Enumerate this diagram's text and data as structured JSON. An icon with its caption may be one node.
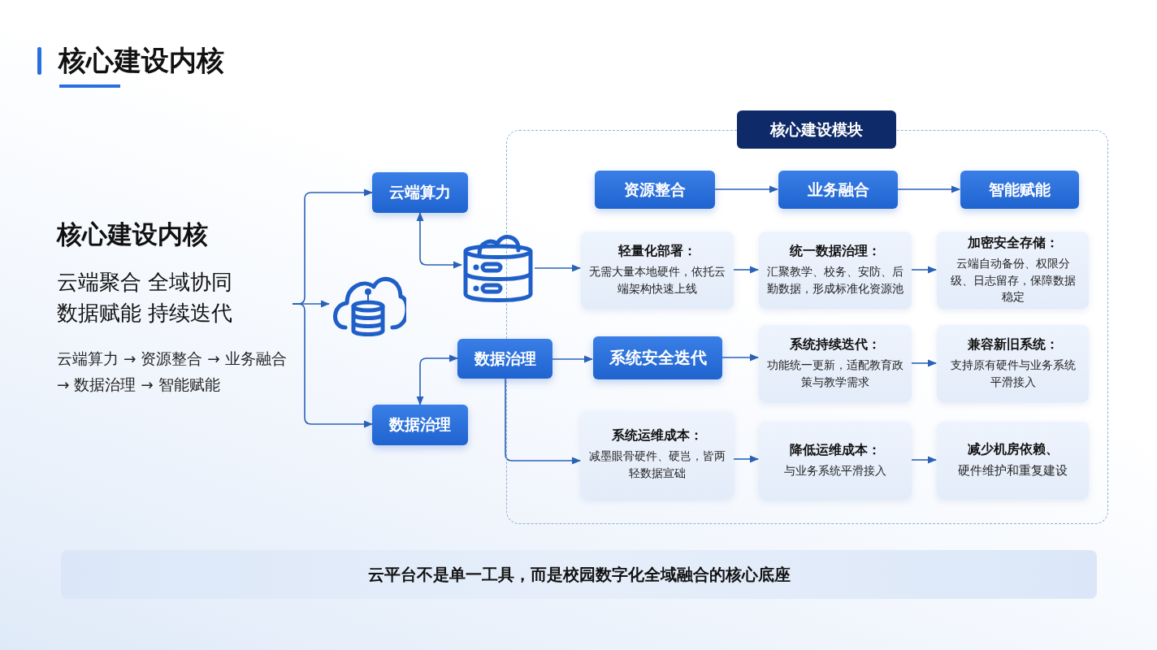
{
  "diagram": {
    "title": "核心建设内核",
    "nodes": [
      {
        "text": [
          "核心建设内核",
          "云端聚合 全域协同",
          "数据赋能 持续迭代",
          "云端算力 → 资源整合 → 业务融合 → 数据治理 → 智能赋能"
        ]
      },
      {
        "text": [
          "云端算力"
        ]
      },
      {
        "text": [],
        "shape": "cloud"
      },
      {
        "text": [
          "数据治理"
        ]
      },
      {
        "text": [
          "核心建设模块"
        ]
      },
      {
        "text": [
          "资源整合"
        ],
        "in": 4
      },
      {
        "text": [
          "业务融合"
        ],
        "in": 4
      },
      {
        "text": [
          "智能赋能"
        ],
        "in": 4
      },
      {
        "text": [],
        "shape": "cylinder"
      },
      {
        "text": [
          "轻量化部署：",
          "无需大量本地硬件，依托云端架构快速上线"
        ],
        "in": 4
      },
      {
        "text": [
          "统一数据治理：",
          "汇聚教学、校务、安防、后勤数据，形成标准化资源池"
        ],
        "in": 4
      },
      {
        "text": [
          "加密安全存储：",
          "云端自动备份、权限分级、日志留存，保障数据稳定"
        ],
        "in": 4
      },
      {
        "text": [
          "数据治理"
        ]
      },
      {
        "text": [
          "系统安全迭代"
        ],
        "in": 4
      },
      {
        "text": [
          "系统持续迭代：",
          "功能统一更新，适配教育政策与教学需求"
        ],
        "in": 4
      },
      {
        "text": [
          "兼容新旧系统：",
          "支持原有硬件与业务系统平滑接入"
        ],
        "in": 4
      },
      {
        "text": [
          "系统运维成本：",
          "减墨眼骨硬件、硬岂，皆两轻数据宣础"
        ],
        "in": 4
      },
      {
        "text": [
          "降低运维成本：",
          "与业务系统平滑接入"
        ],
        "in": 4
      },
      {
        "text": [
          "减少机房依赖、",
          "硬件维护和重复建设"
        ],
        "in": 4
      },
      {
        "text": [
          "云平台不是单一工具，而是校园数字化全域融合的核心底座"
        ]
      }
    ],
    "edges": [
      {
        "from": 0,
        "to": 2,
        "arrow": "to"
      },
      {
        "from": 0,
        "to": 1,
        "arrow": "to"
      },
      {
        "from": 0,
        "to": 3,
        "arrow": "to"
      },
      {
        "from": 1,
        "to": 8,
        "arrow": "both"
      },
      {
        "from": 8,
        "to": 9,
        "arrow": "to"
      },
      {
        "from": 5,
        "to": 6,
        "arrow": "to"
      },
      {
        "from": 6,
        "to": 7,
        "arrow": "to"
      },
      {
        "from": 9,
        "to": 10,
        "arrow": "to"
      },
      {
        "from": 10,
        "to": 11,
        "arrow": "to"
      },
      {
        "from": 3,
        "to": 12,
        "arrow": "both"
      },
      {
        "from": 12,
        "to": 13,
        "arrow": "to"
      },
      {
        "from": 13,
        "to": 14,
        "arrow": "to"
      },
      {
        "from": 14,
        "to": 15,
        "arrow": "to"
      },
      {
        "from": 12,
        "to": 16,
        "arrow": "to"
      },
      {
        "from": 16,
        "to": 17,
        "arrow": "to"
      },
      {
        "from": 17,
        "to": 18,
        "arrow": "to"
      }
    ]
  }
}
